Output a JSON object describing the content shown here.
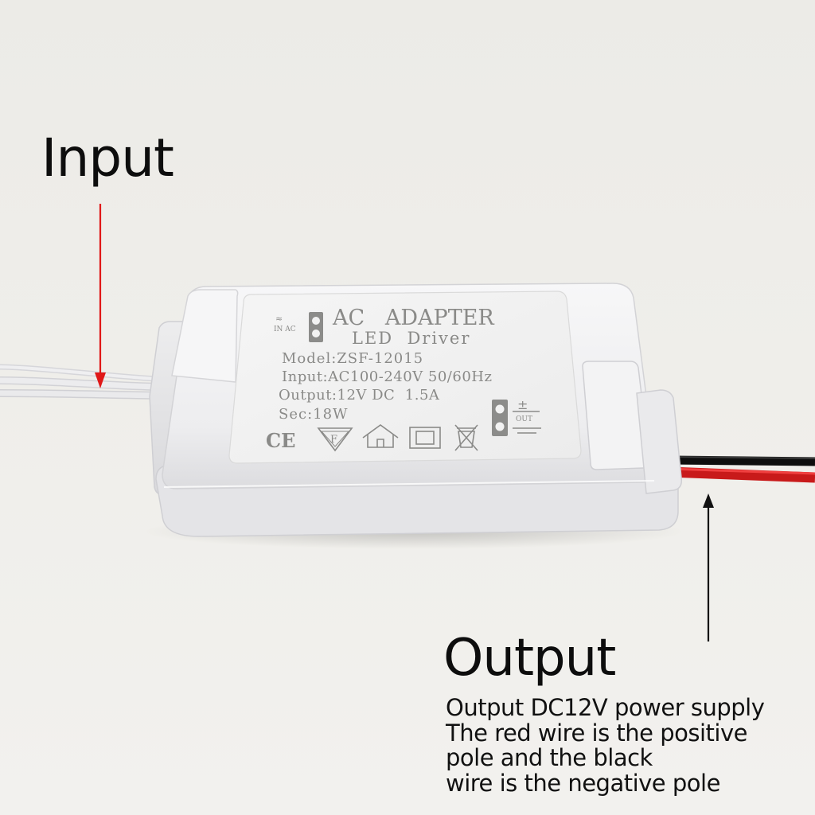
{
  "annotations": {
    "input_heading": "Input",
    "output_heading": "Output",
    "output_description": [
      "Output DC12V power supply",
      "The red wire is the positive",
      "pole and the black",
      "wire is the negative pole"
    ]
  },
  "product_label": {
    "in_mark": "IN AC",
    "title_line1": "AC   ADAPTER",
    "title_line2": "LED  Driver",
    "model": "Model:ZSF-12015",
    "input": "Input:AC100-240V 50/60Hz",
    "output": "Output:12V DC  1.5A",
    "sec": "Sec:18W",
    "out_mark": "OUT",
    "ce_mark": "CE",
    "f_mark": "F",
    "plus_minus": "±"
  },
  "colors": {
    "input_arrow": "#e01818",
    "output_arrow": "#111111",
    "red_wire": "#e02020",
    "black_wire": "#141414",
    "white_cable": "#e9e9eb",
    "adapter_body": "#f3f3f4"
  },
  "icons": [
    "ce-mark-icon",
    "f-triangle-icon",
    "house-icon",
    "double-square-icon",
    "crossed-bin-icon",
    "polarity-icon"
  ]
}
